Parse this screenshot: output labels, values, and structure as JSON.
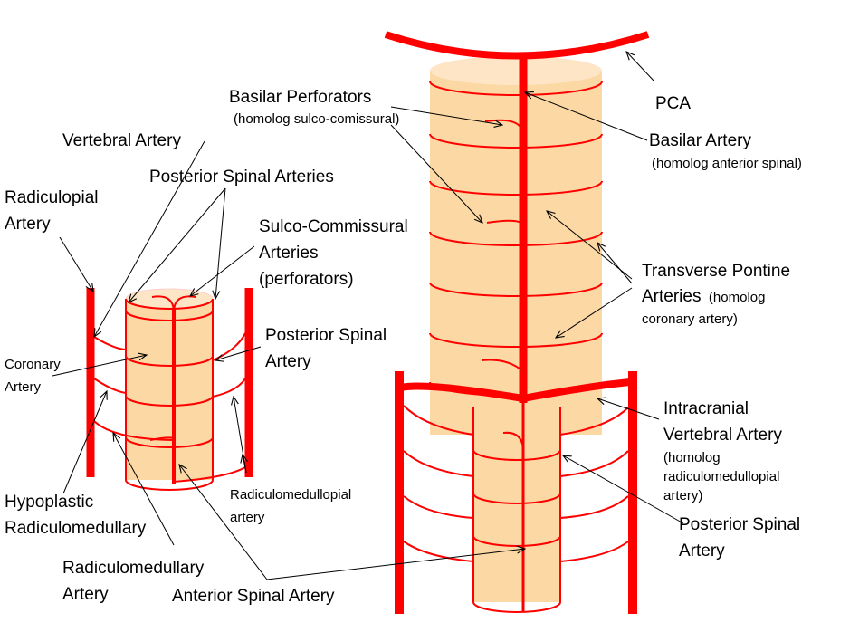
{
  "colors": {
    "artery": "#ff0000",
    "cord": "#fcd8a4",
    "cord_top": "#fde5c6",
    "leader": "#000000"
  },
  "labels": {
    "pca": "PCA",
    "basilar_perforators": "Basilar Perforators",
    "basilar_perforators_note": "(homolog sulco-comissural)",
    "basilar_artery": "Basilar Artery",
    "basilar_artery_note": "(homolog anterior spinal)",
    "transverse_pontine_1": "Transverse Pontine",
    "transverse_pontine_2": "Arteries",
    "transverse_pontine_note_1": "(homolog",
    "transverse_pontine_note_2": "coronary artery)",
    "intracranial_1": "Intracranial",
    "intracranial_2": "Vertebral Artery",
    "intracranial_note_1": "(homolog",
    "intracranial_note_2": "radiculomedullopial",
    "intracranial_note_3": "artery)",
    "posterior_spinal_right_1": "Posterior Spinal",
    "posterior_spinal_right_2": "Artery",
    "vertebral_artery": "Vertebral Artery",
    "radiculopial_1": "Radiculopial",
    "radiculopial_2": "Artery",
    "posterior_spinal_arteries": "Posterior Spinal Arteries",
    "sulco_1": "Sulco-Commissural",
    "sulco_2": "Arteries",
    "sulco_3": "(perforators)",
    "posterior_spinal_left_1": "Posterior Spinal",
    "posterior_spinal_left_2": "Artery",
    "coronary_1": "Coronary",
    "coronary_2": "Artery",
    "hypoplastic_1": "Hypoplastic",
    "hypoplastic_2": "Radiculomedullary",
    "radiculomedullopial_1": "Radiculomedullopial",
    "radiculomedullopial_2": "artery",
    "radiculomedullary_1": "Radiculomedullary",
    "radiculomedullary_2": "Artery",
    "anterior_spinal": "Anterior Spinal Artery"
  }
}
